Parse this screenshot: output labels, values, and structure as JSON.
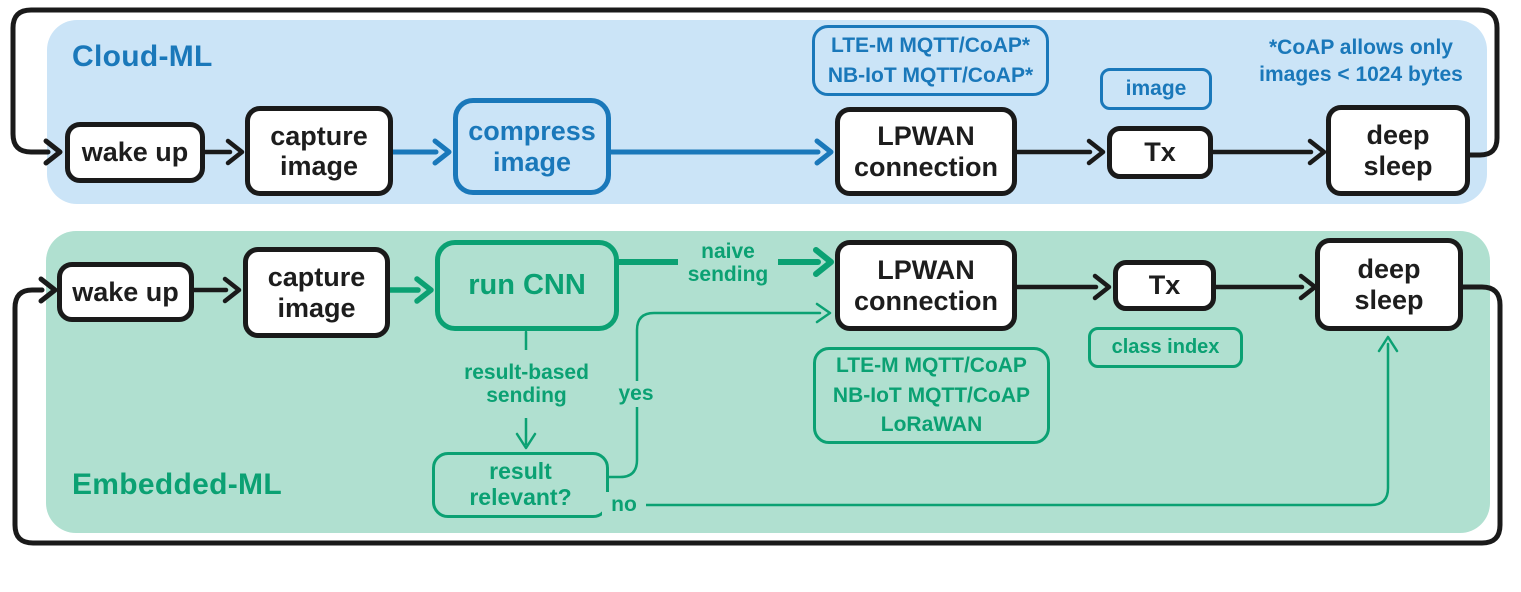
{
  "colors": {
    "blue_accent": "#1a78ba",
    "blue_background": "#cbe4f7",
    "green_accent": "#0ba173",
    "green_background": "#b0e0d0",
    "line_black": "#1a1a1a"
  },
  "cloud": {
    "title": "Cloud-ML",
    "nodes": {
      "wake_up": "wake up",
      "capture": [
        "capture",
        "image"
      ],
      "compress": [
        "compress",
        "image"
      ],
      "lpwan": [
        "LPWAN",
        "connection"
      ],
      "tx": "Tx",
      "deep_sleep": [
        "deep",
        "sleep"
      ]
    },
    "protocols": [
      "LTE-M MQTT/CoAP*",
      "NB-IoT MQTT/CoAP*"
    ],
    "payload_tag": "image",
    "note": [
      "*CoAP allows only",
      "images < 1024 bytes"
    ]
  },
  "embedded": {
    "title": "Embedded-ML",
    "nodes": {
      "wake_up": "wake up",
      "capture": [
        "capture",
        "image"
      ],
      "run_cnn": "run CNN",
      "lpwan": [
        "LPWAN",
        "connection"
      ],
      "tx": "Tx",
      "deep_sleep": [
        "deep",
        "sleep"
      ],
      "result_relevant": [
        "result",
        "relevant?"
      ]
    },
    "protocols": [
      "LTE-M MQTT/CoAP",
      "NB-IoT MQTT/CoAP",
      "LoRaWAN"
    ],
    "payload_tag": "class index",
    "edge_labels": {
      "naive": [
        "naive",
        "sending"
      ],
      "result_based": [
        "result-based",
        "sending"
      ],
      "yes": "yes",
      "no": "no"
    }
  }
}
